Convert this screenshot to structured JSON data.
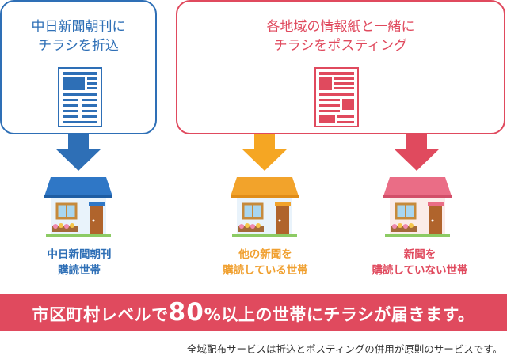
{
  "box_left": {
    "title": "中日新聞朝刊に\nチラシを折込"
  },
  "box_right": {
    "title": "各地域の情報紙と一緒に\nチラシをポスティング"
  },
  "houses": [
    {
      "caption": "中日新聞朝刊\n購読世帯",
      "roof_color": "#2f77c6",
      "caption_color": "#2e6fb6"
    },
    {
      "caption": "他の新聞を\n購読している世帯",
      "roof_color": "#f2a32b",
      "caption_color": "#f0a030"
    },
    {
      "caption": "新聞を\n購読していない世帯",
      "roof_color": "#ea6d86",
      "caption_color": "#e04a5e"
    }
  ],
  "banner": {
    "prefix": "市区町村レベルで",
    "highlight": "80",
    "suffix": "%以上の世帯にチラシが届きます。"
  },
  "footnote": "全域配布サービスは折込とポスティングの併用が原則のサービスです。",
  "colors": {
    "blue": "#2e6fb6",
    "red": "#e04a5e",
    "orange": "#f5a623",
    "wall": "#e9f3fb"
  }
}
